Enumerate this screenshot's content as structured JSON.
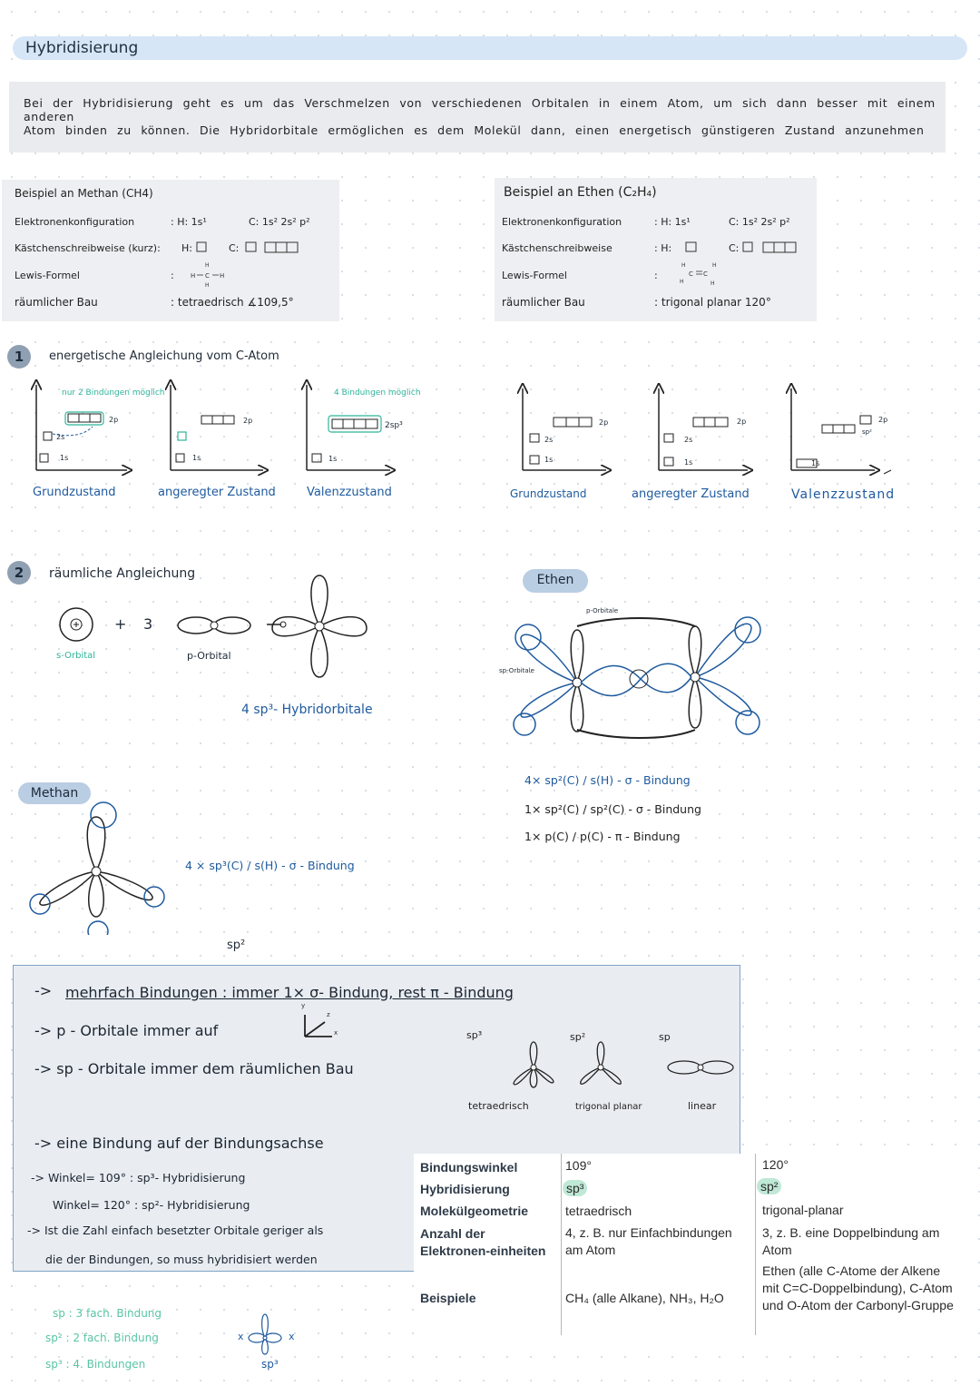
{
  "title": "Hybridisierung",
  "intro": {
    "line1": "Bei der Hybridisierung geht es um das Verschmelzen von verschiedenen Orbitalen in einem Atom, um sich dann besser mit einem anderen",
    "line2": "Atom binden zu können. Die Hybridorbitale ermöglichen es dem Molekül dann, einen energetisch günstigeren Zustand anzunehmen"
  },
  "methane_example": {
    "heading": "Beispiel an Methan (CH4)",
    "rows": [
      {
        "label": "Elektronenkonfiguration",
        "value": ": H: 1s¹",
        "value2": "C: 1s² 2s² p²"
      },
      {
        "label": "Kästchenschreibweise (kurz):",
        "value": "H:",
        "value2": "C:"
      },
      {
        "label": "Lewis-Formel",
        "value": ":",
        "value2": ""
      },
      {
        "label": "räumlicher Bau",
        "value": ": tetraedrisch ∡109,5°",
        "value2": ""
      }
    ]
  },
  "ethene_example": {
    "heading": "Beispiel an Ethen (C₂H₄)",
    "rows": [
      {
        "label": "Elektronenkonfiguration",
        "value": ": H: 1s¹",
        "value2": "C: 1s² 2s² p²"
      },
      {
        "label": "Kästchenschreibweise",
        "value": ": H:",
        "value2": "C:"
      },
      {
        "label": "Lewis-Formel",
        "value": ":",
        "value2": ""
      },
      {
        "label": "räumlicher Bau",
        "value": ": trigonal planar 120°",
        "value2": ""
      }
    ]
  },
  "section1": {
    "number": "1",
    "title": "energetische Angleichung vom C-Atom",
    "note_left": "nur 2 Bindungen möglich",
    "note_right": "4 Bindungen möglich",
    "states_methane": [
      "Grundzustand",
      "angeregter Zustand",
      "Valenzzustand"
    ],
    "states_ethene": [
      "Grundzustand",
      "angeregter Zustand",
      "Valenzzustand"
    ],
    "level_labels": {
      "s1": "1s",
      "s2": "2s",
      "p2": "2p",
      "sp3": "2sp³",
      "sp2": "sp²"
    }
  },
  "section2": {
    "number": "2",
    "title": "räumliche Angleichung",
    "plus": "+",
    "three": "3",
    "s_label": "s-Orbital",
    "p_label": "p-Orbital",
    "result_label": "4 sp³- Hybridorbitale"
  },
  "ethen": {
    "pill": "Ethen",
    "p_orbitale": "p-Orbitale",
    "sp_orbitale": "sp-Orbitale",
    "bonds": [
      "4× sp²(C) / s(H) - σ - Bindung",
      "1× sp²(C) / sp²(C) - σ - Bindung",
      "1× p(C) / p(C) - π - Bindung"
    ]
  },
  "methan": {
    "pill": "Methan",
    "bond": "4 × sp³(C) / s(H) - σ - Bindung"
  },
  "summary": {
    "sp2_mark": "sp²",
    "line1_prefix": "->",
    "line1": "mehrfach Bindungen : immer 1× σ- Bindung, rest π - Bindung",
    "line2": "-> p - Orbitale immer auf",
    "line3": "-> sp - Orbitale immer dem räumlichen Bau",
    "line4": "-> eine Bindung auf der Bindungsachse",
    "line5": "-> Winkel= 109° : sp³- Hybridisierung",
    "line6": "Winkel= 120° : sp²- Hybridisierung",
    "line7": "-> Ist die Zahl einfach besetzter Orbitale geriger als",
    "line8": "die der Bindungen, so muss hybridisiert werden",
    "axis_y": "y",
    "axis_z": "z",
    "axis_x": "x",
    "hyb_types": [
      {
        "name": "sp³",
        "geometry": "tetraedrisch"
      },
      {
        "name": "sp²",
        "geometry": "trigonal planar"
      },
      {
        "name": "sp",
        "geometry": "linear"
      }
    ]
  },
  "table": {
    "rows": [
      {
        "label": "Bindungswinkel",
        "sp3": "109°",
        "sp2": "120°"
      },
      {
        "label": "Hybridisierung",
        "sp3": "sp³",
        "sp2": "sp²"
      },
      {
        "label": "Molekülgeometrie",
        "sp3": "tetraedrisch",
        "sp2": "trigonal-planar"
      },
      {
        "label": "Anzahl der Elektronen-einheiten",
        "sp3": "4, z. B. nur Einfachbindungen am Atom",
        "sp2": "3, z. B. eine Doppelbindung am Atom"
      },
      {
        "label": "Beispiele",
        "sp3": "CH₄ (alle Alkane), NH₃, H₂O",
        "sp2": "Ethen (alle C-Atome der Alkene mit C=C-Doppelbindung), C-Atom und O-Atom der Carbonyl-Gruppe"
      }
    ]
  },
  "footnote": {
    "lines": [
      "sp : 3 fach. Bindung",
      "sp² : 2 fach. Bindung",
      "sp³ : 4. Bindungen"
    ],
    "sp3": "sp³",
    "x1": "x",
    "x2": "x"
  }
}
